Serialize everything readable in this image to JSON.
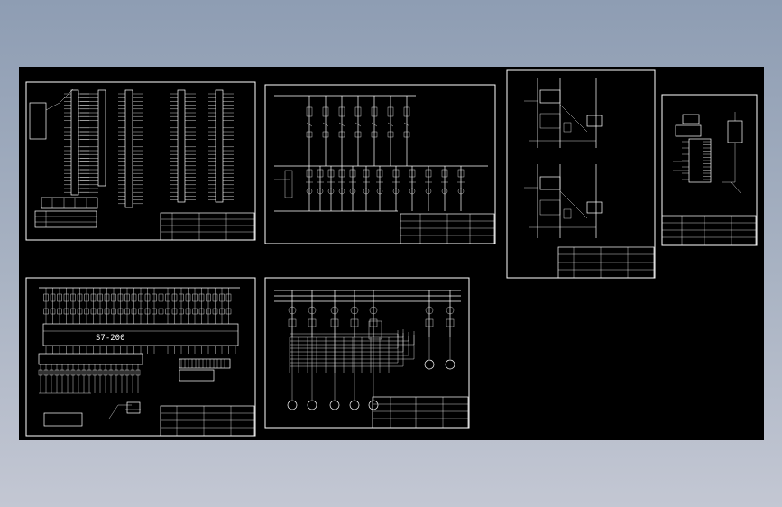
{
  "viewport": {
    "background": "#000000",
    "line_color": "#ffffff",
    "accent_color": "#36e0e0"
  },
  "sheets": [
    {
      "id": "sheet-1",
      "labels": []
    },
    {
      "id": "sheet-2",
      "labels": []
    },
    {
      "id": "sheet-3",
      "labels": []
    },
    {
      "id": "sheet-4",
      "labels": []
    },
    {
      "id": "sheet-5",
      "labels": [
        "S7-200"
      ]
    },
    {
      "id": "sheet-6",
      "labels": []
    }
  ]
}
